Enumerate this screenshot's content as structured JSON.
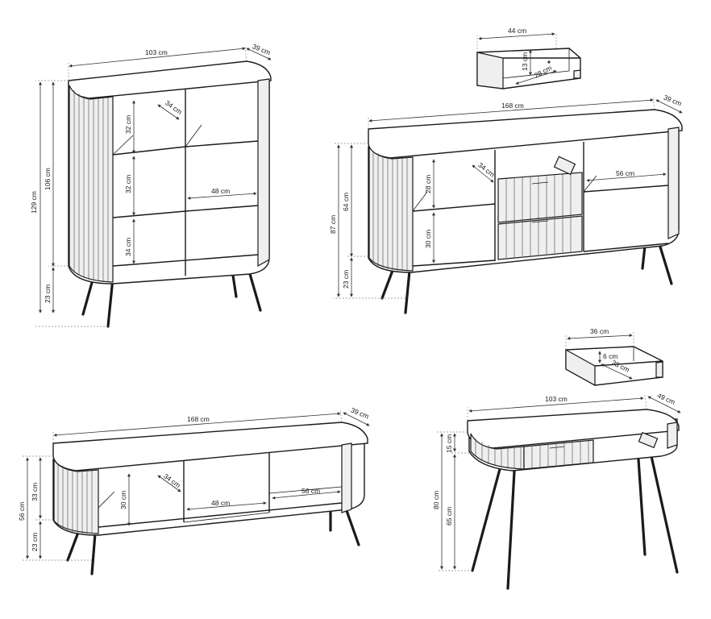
{
  "highboard": {
    "width": "103 cm",
    "depth": "39 cm",
    "total_height": "129 cm",
    "body_height": "106 cm",
    "leg_height": "23 cm",
    "shelf_top": "32 cm",
    "shelf_mid": "32 cm",
    "shelf_bottom": "34 cm",
    "inner_depth": "34 cm",
    "inner_width": "48 cm"
  },
  "drawer_large": {
    "width": "44 cm",
    "height": "13 cm",
    "depth": "28 cm"
  },
  "sideboard": {
    "width": "168 cm",
    "depth": "39 cm",
    "total_height": "87 cm",
    "body_height": "64 cm",
    "leg_height": "23 cm",
    "shelf_top": "28 cm",
    "shelf_bottom": "30 cm",
    "inner_depth": "34 cm",
    "inner_width": "56 cm"
  },
  "tv_unit": {
    "width": "168 cm",
    "depth": "39 cm",
    "total_height": "56 cm",
    "body_height": "33 cm",
    "leg_height": "23 cm",
    "shelf_height": "30 cm",
    "inner_depth": "34 cm",
    "inner_width_center": "48 cm",
    "inner_width_side": "56 cm"
  },
  "drawer_small": {
    "width": "36 cm",
    "height": "6 cm",
    "depth": "38 cm"
  },
  "desk": {
    "width": "103 cm",
    "depth": "49 cm",
    "total_height": "80 cm",
    "body_height": "15 cm",
    "leg_height": "65 cm"
  }
}
